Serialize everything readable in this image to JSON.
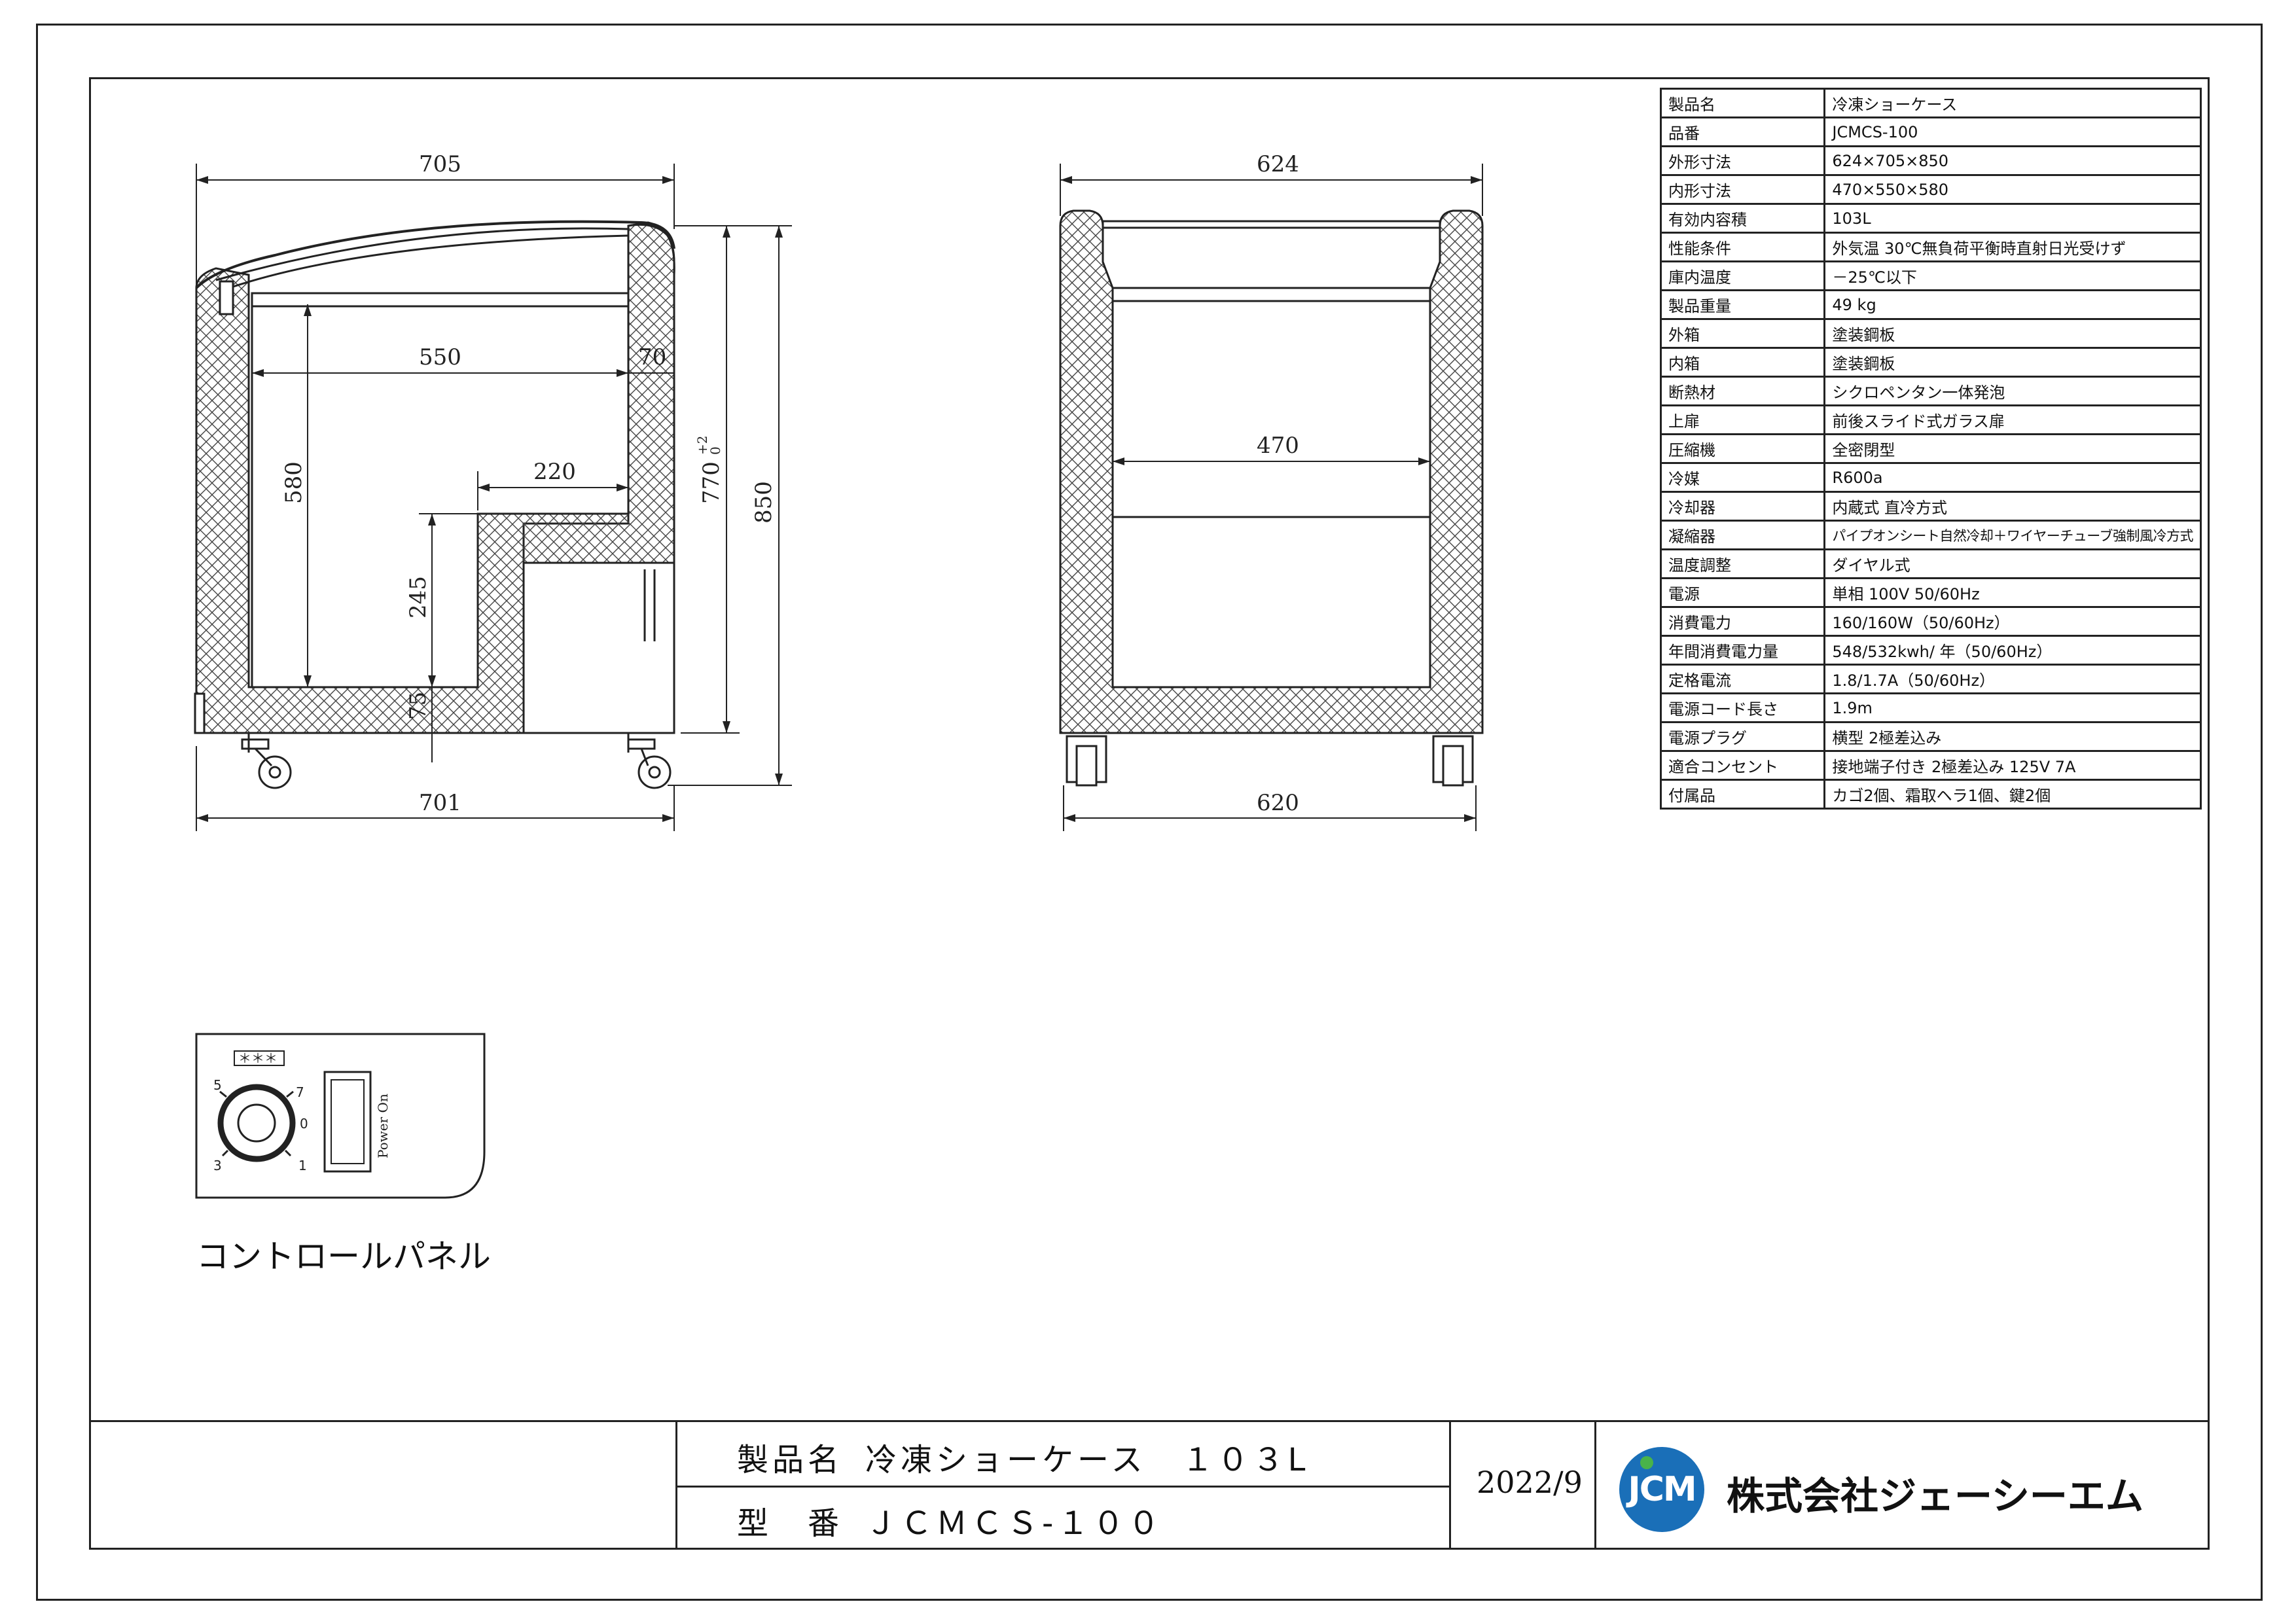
{
  "dimensions": {
    "side_width_top": "705",
    "side_inner_width": "550",
    "side_wall": "70",
    "side_step_width": "220",
    "side_inner_depth": "580",
    "side_step_height": "245",
    "side_floor": "75",
    "side_height_inner": "770",
    "side_tol_plus": "+2",
    "side_tol_minus": "0",
    "side_height_total": "850",
    "side_base_width": "701",
    "front_width_top": "624",
    "front_inner_width": "470",
    "front_base_width": "620"
  },
  "specs": [
    {
      "label": "製品名",
      "value": "冷凍ショーケース"
    },
    {
      "label": "品番",
      "value": "JCMCS-100"
    },
    {
      "label": "外形寸法",
      "value": "624×705×850"
    },
    {
      "label": "内形寸法",
      "value": "470×550×580"
    },
    {
      "label": "有効内容積",
      "value": "103L"
    },
    {
      "label": "性能条件",
      "value": "外気温 30℃無負荷平衡時直射日光受けず"
    },
    {
      "label": "庫内温度",
      "value": "－25℃以下"
    },
    {
      "label": "製品重量",
      "value": "49 kg"
    },
    {
      "label": "外箱",
      "value": "塗装鋼板"
    },
    {
      "label": "内箱",
      "value": "塗装鋼板"
    },
    {
      "label": "断熱材",
      "value": "シクロペンタン一体発泡"
    },
    {
      "label": "上扉",
      "value": "前後スライド式ガラス扉"
    },
    {
      "label": "圧縮機",
      "value": "全密閉型"
    },
    {
      "label": "冷媒",
      "value": "R600a"
    },
    {
      "label": "冷却器",
      "value": "内蔵式 直冷方式"
    },
    {
      "label": "凝縮器",
      "value": "パイプオンシート自然冷却＋ワイヤーチューブ強制風冷方式"
    },
    {
      "label": "温度調整",
      "value": "ダイヤル式"
    },
    {
      "label": "電源",
      "value": "単相 100V 50/60Hz"
    },
    {
      "label": "消費電力",
      "value": "160/160W（50/60Hz）"
    },
    {
      "label": "年間消費電力量",
      "value": "548/532kwh/ 年（50/60Hz）"
    },
    {
      "label": "定格電流",
      "value": "1.8/1.7A（50/60Hz）"
    },
    {
      "label": "電源コード長さ",
      "value": "1.9m"
    },
    {
      "label": "電源プラグ",
      "value": "横型 2極差込み"
    },
    {
      "label": "適合コンセント",
      "value": "接地端子付き 2極差込み 125V 7A"
    },
    {
      "label": "付属品",
      "value": "カゴ2個、霜取ヘラ1個、鍵2個"
    }
  ],
  "control_panel": {
    "caption": "コントロールパネル",
    "stars": "＊＊＊",
    "dial_marks": [
      "5",
      "7",
      "0",
      "3",
      "1"
    ],
    "switch_label": "Power On"
  },
  "title_block": {
    "product_label": "製品名",
    "product_value": "冷凍ショーケース　１０３L",
    "model_label": "型　番",
    "model_value": "ＪＣＭＣＳ-１００",
    "date": "2022/9",
    "logo_text": "JCM",
    "company": "株式会社ジェーシーエム"
  },
  "colors": {
    "line": "#222222",
    "logo_blue": "#1a6fb8",
    "logo_green": "#49b34a"
  }
}
